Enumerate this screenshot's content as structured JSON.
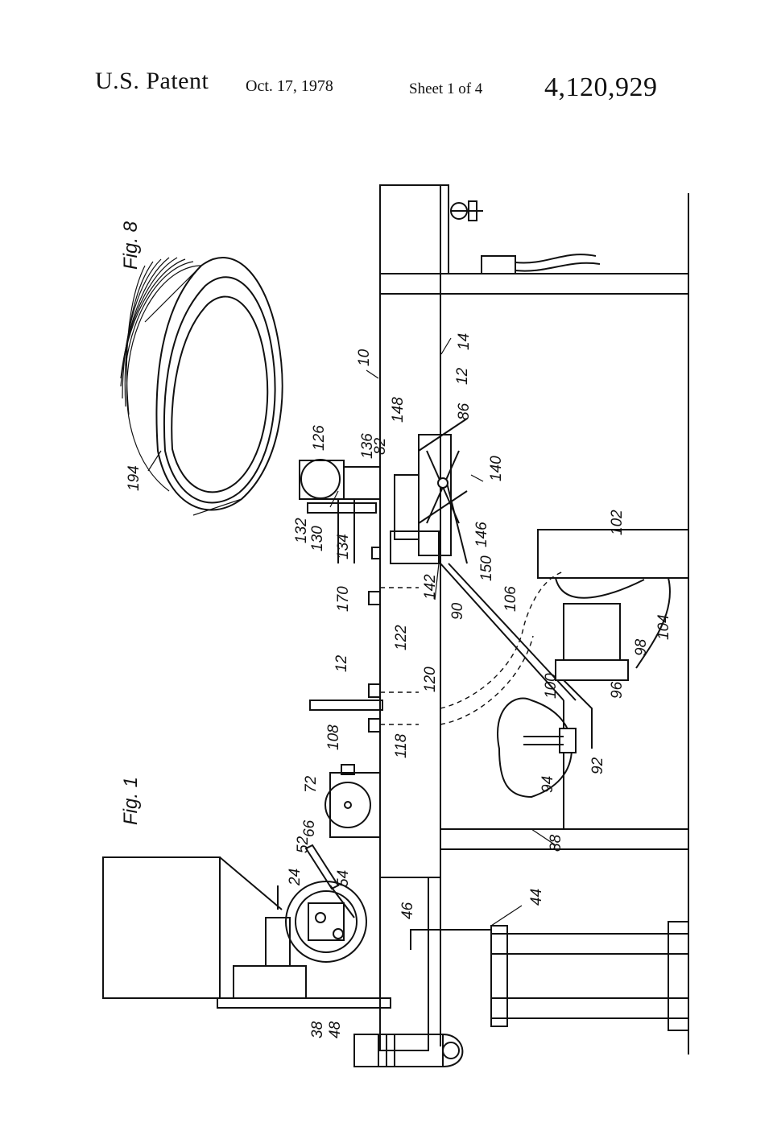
{
  "header": {
    "patent_label": "U.S. Patent",
    "date": "Oct. 17, 1978",
    "sheet": "Sheet 1 of 4",
    "patent_number": "4,120,929"
  },
  "figures": {
    "fig1": "Fig. 1",
    "fig8": "Fig. 8"
  },
  "reference_numerals": {
    "n10": "10",
    "n12a": "12",
    "n12b": "12",
    "n14": "14",
    "n24": "24",
    "n38": "38",
    "n44": "44",
    "n46": "46",
    "n48": "48",
    "n52": "52",
    "n54": "54",
    "n66": "66",
    "n72": "72",
    "n82": "82",
    "n86": "86",
    "n88": "88",
    "n90": "90",
    "n92": "92",
    "n94": "94",
    "n96": "96",
    "n98": "98",
    "n100": "100",
    "n102": "102",
    "n104": "104",
    "n106": "106",
    "n108": "108",
    "n118": "118",
    "n120": "120",
    "n122": "122",
    "n126": "126",
    "n130": "130",
    "n132": "132",
    "n134": "134",
    "n136": "136",
    "n140": "140",
    "n142": "142",
    "n146": "146",
    "n148": "148",
    "n150": "150",
    "n170": "170",
    "n194": "194"
  }
}
